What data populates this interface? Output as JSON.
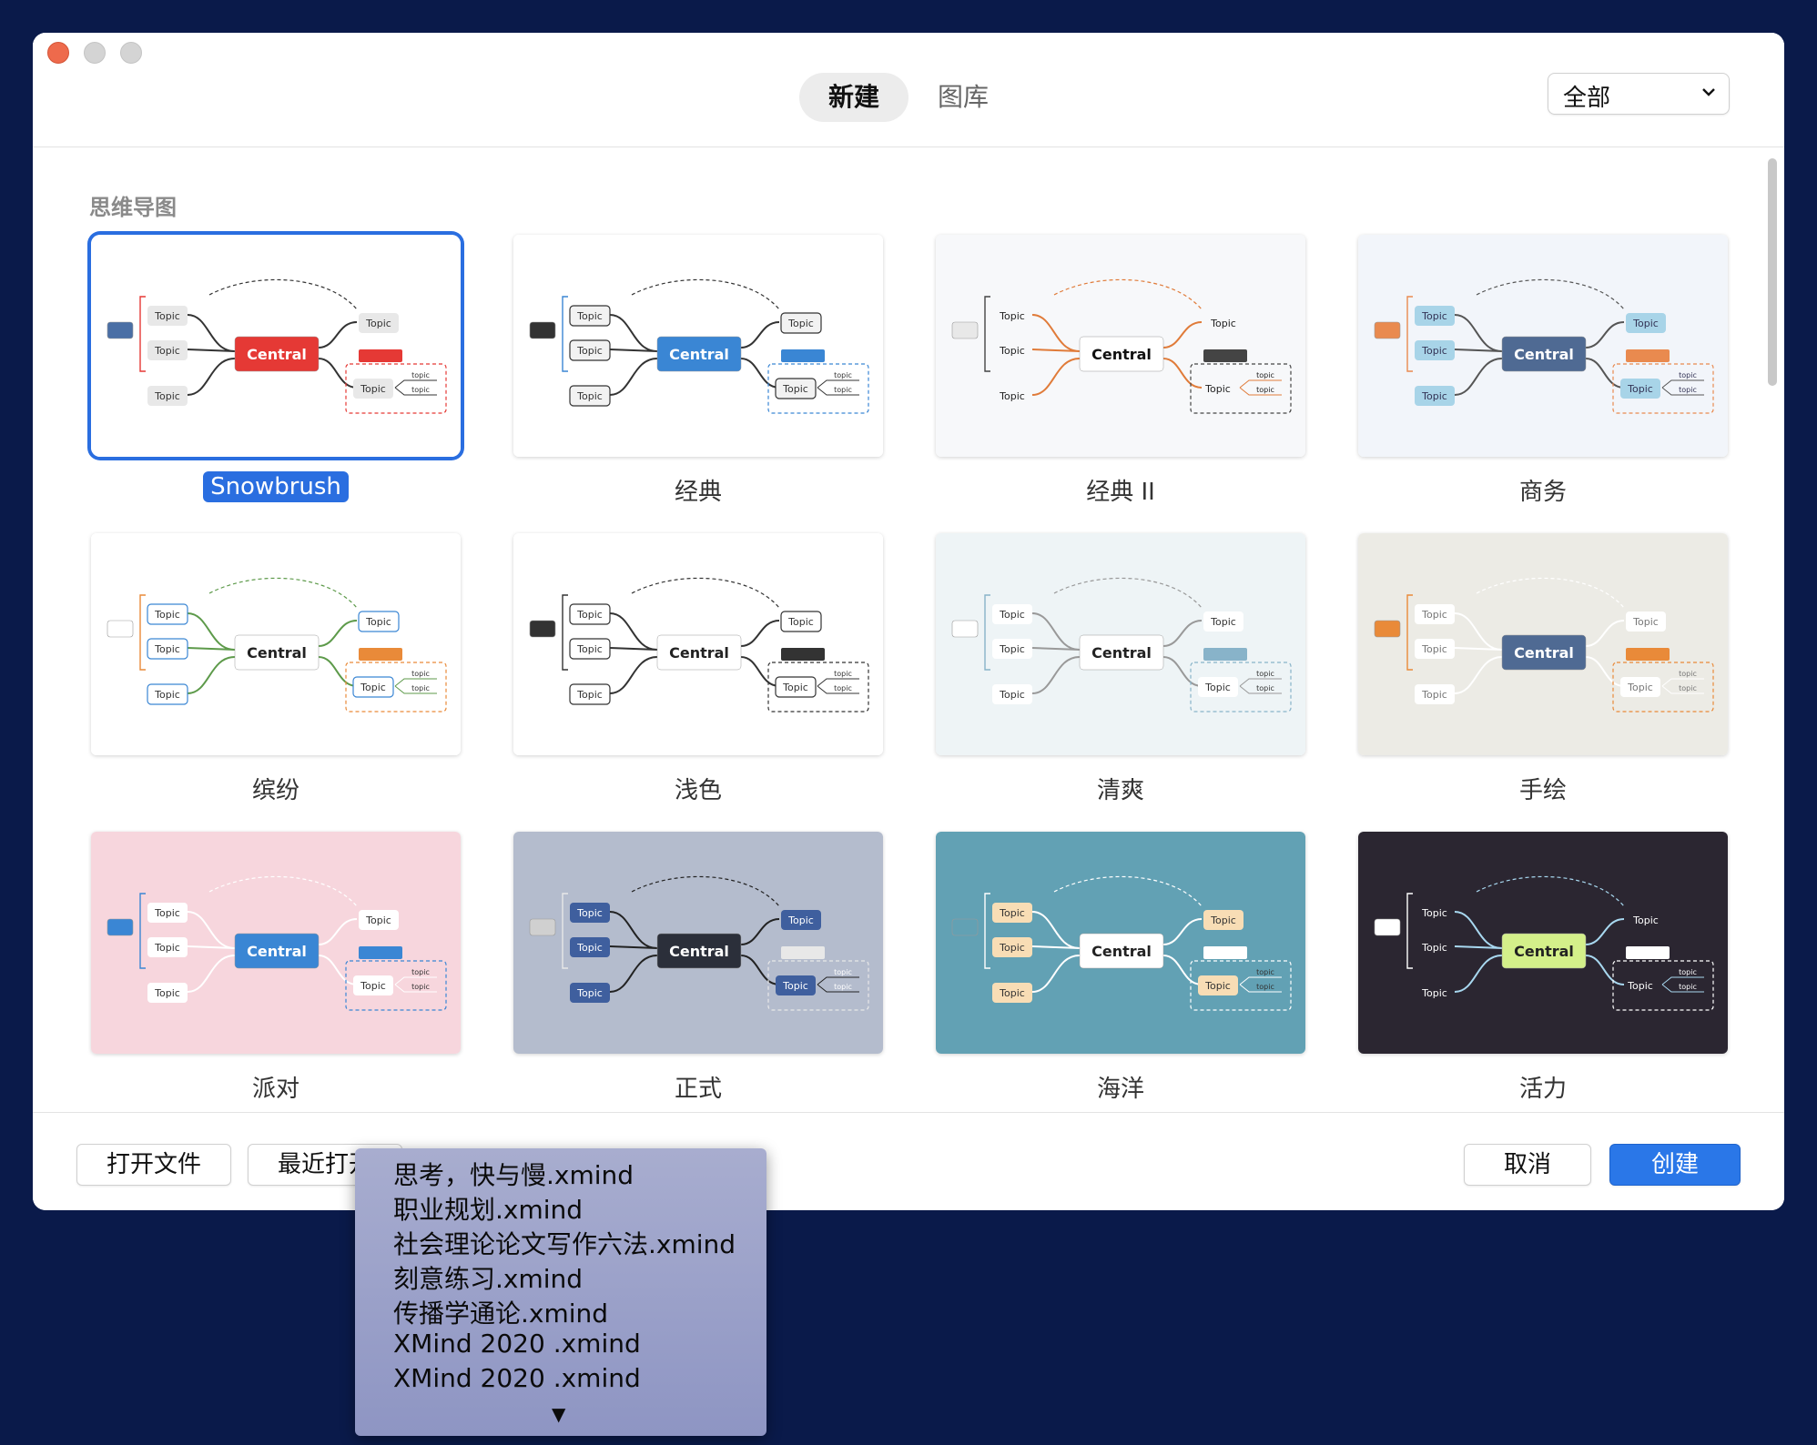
{
  "tabs": [
    {
      "label": "新建",
      "active": true
    },
    {
      "label": "图库",
      "active": false
    }
  ],
  "filter": {
    "label": "全部"
  },
  "section_title": "思维导图",
  "templates": [
    {
      "name": "Snowbrush",
      "selected": true,
      "bg": "#ffffff",
      "node_fill": "#e8e8e8",
      "node_stroke": "none",
      "node_text": "#333",
      "central_fill": "#e53935",
      "central_text": "#ffffff",
      "line": "#333333",
      "accent": "#e53935",
      "float": "#4a6fa5"
    },
    {
      "name": "经典",
      "selected": false,
      "bg": "#ffffff",
      "node_fill": "#f2f2f2",
      "node_stroke": "#333333",
      "node_text": "#333",
      "central_fill": "#3a86d4",
      "central_text": "#ffffff",
      "line": "#333333",
      "accent": "#3a86d4",
      "float": "#333333"
    },
    {
      "name": "经典 II",
      "selected": false,
      "bg": "#f7f8fa",
      "node_fill": "none",
      "node_stroke": "none",
      "node_text": "#222",
      "central_fill": "#ffffff",
      "central_text": "#111111",
      "line": "#e07b39",
      "accent": "#444444",
      "float": "#e8e8e8"
    },
    {
      "name": "商务",
      "selected": false,
      "bg": "#f2f5fa",
      "node_fill": "#a8d4e8",
      "node_stroke": "none",
      "node_text": "#335",
      "central_fill": "#4f6a93",
      "central_text": "#ffffff",
      "line": "#555555",
      "accent": "#e98a4f",
      "float": "#e98a4f"
    },
    {
      "name": "缤纷",
      "selected": false,
      "bg": "#ffffff",
      "node_fill": "#ffffff",
      "node_stroke": "#3a86d4",
      "node_text": "#333",
      "central_fill": "#ffffff",
      "central_text": "#222222",
      "line": "#5d9a4a",
      "accent": "#e98a39",
      "float": "#ffffff"
    },
    {
      "name": "浅色",
      "selected": false,
      "bg": "#ffffff",
      "node_fill": "#ffffff",
      "node_stroke": "#333333",
      "node_text": "#333",
      "central_fill": "#ffffff",
      "central_text": "#222222",
      "line": "#333333",
      "accent": "#333333",
      "float": "#333333"
    },
    {
      "name": "清爽",
      "selected": false,
      "bg": "#eef4f6",
      "node_fill": "#ffffff",
      "node_stroke": "none",
      "node_text": "#333",
      "central_fill": "#ffffff",
      "central_text": "#222222",
      "line": "#999999",
      "accent": "#88b3c9",
      "float": "#ffffff"
    },
    {
      "name": "手绘",
      "selected": false,
      "bg": "#ecebe5",
      "node_fill": "#ffffff",
      "node_stroke": "none",
      "node_text": "#777",
      "central_fill": "#4f6a93",
      "central_text": "#ffffff",
      "line": "#ffffff",
      "accent": "#e98a39",
      "float": "#e98a39"
    },
    {
      "name": "派对",
      "selected": false,
      "bg": "#f7d6dd",
      "node_fill": "#ffffff",
      "node_stroke": "none",
      "node_text": "#333",
      "central_fill": "#3a86d4",
      "central_text": "#ffffff",
      "line": "#ffffff",
      "accent": "#3a86d4",
      "float": "#3a86d4"
    },
    {
      "name": "正式",
      "selected": false,
      "bg": "#b4bccd",
      "node_fill": "#3f5f9e",
      "node_stroke": "none",
      "node_text": "#ffffff",
      "central_fill": "#2b2f3a",
      "central_text": "#ffffff",
      "line": "#222222",
      "accent": "#e8e8e8",
      "float": "#d0d0d0"
    },
    {
      "name": "海洋",
      "selected": false,
      "bg": "#62a1b4",
      "node_fill": "#f8ddb5",
      "node_stroke": "none",
      "node_text": "#333",
      "central_fill": "#ffffff",
      "central_text": "#222222",
      "line": "#ffffff",
      "accent": "#ffffff",
      "float": "#62a1b4"
    },
    {
      "name": "活力",
      "selected": false,
      "bg": "#2b2631",
      "node_fill": "none",
      "node_stroke": "none",
      "node_text": "#ffffff",
      "central_fill": "#d4f08a",
      "central_text": "#222222",
      "line": "#a8d8f0",
      "accent": "#ffffff",
      "float": "#ffffff"
    }
  ],
  "node_labels": {
    "central": "Central",
    "topic": "Topic",
    "subtopic": "topic"
  },
  "footer": {
    "open_file": "打开文件",
    "recent": "最近打开",
    "cancel": "取消",
    "create": "创建"
  },
  "recent_files": [
    "思考，快与慢.xmind",
    "职业规划.xmind",
    "社会理论论文写作六法.xmind",
    "刻意练习.xmind",
    "传播学通论.xmind",
    "XMind 2020 .xmind",
    "XMind 2020 .xmind"
  ],
  "more_glyph": "▼"
}
